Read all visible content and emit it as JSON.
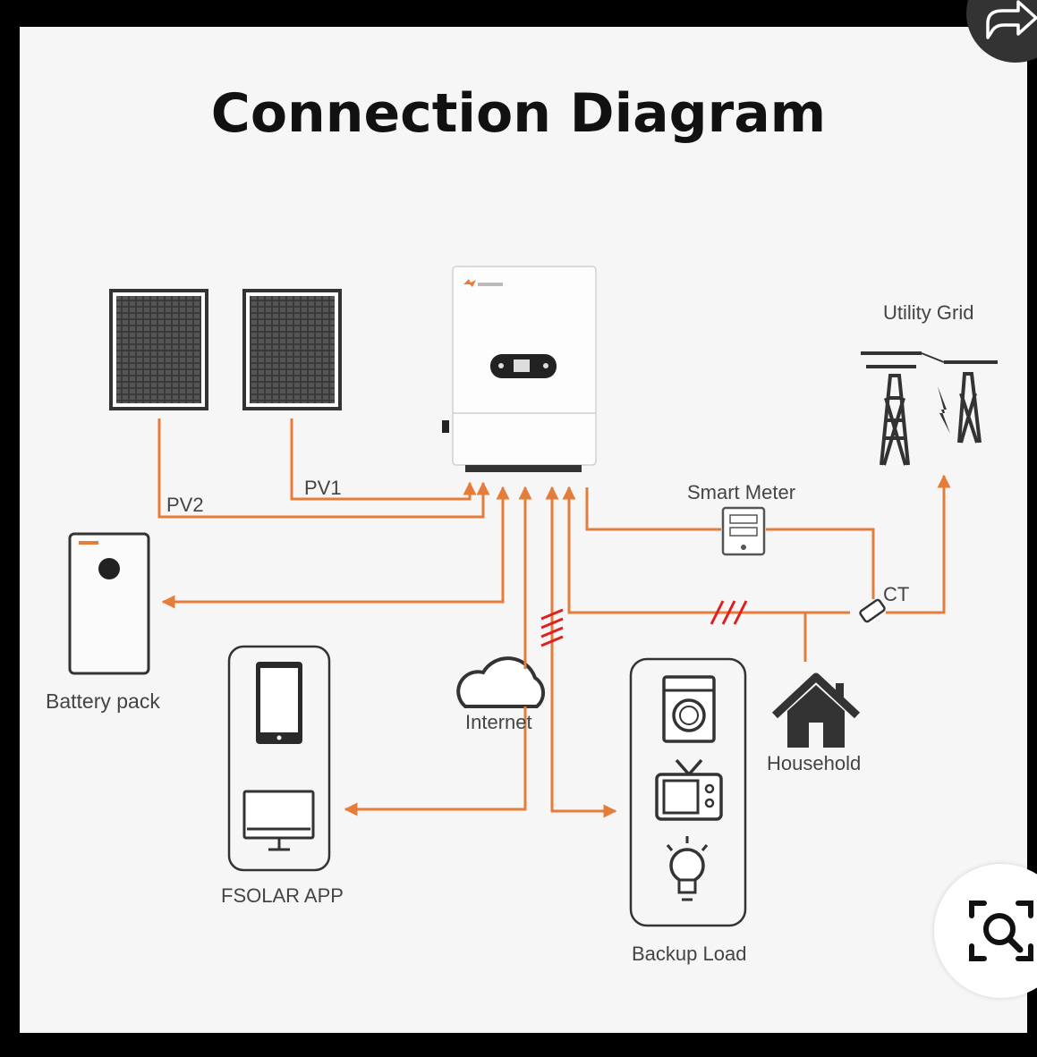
{
  "title": "Connection Diagram",
  "labels": {
    "utility_grid": "Utility Grid",
    "pv1": "PV1",
    "pv2": "PV2",
    "smart_meter": "Smart Meter",
    "ct": "CT",
    "battery_pack": "Battery pack",
    "internet": "Internet",
    "household": "Household",
    "fsolar_app": "FSOLAR APP",
    "backup_load": "Backup Load"
  },
  "colors": {
    "wire": "#e57c3a",
    "ac_mark": "#e02020",
    "device": "#333333",
    "background": "#f6f6f6"
  },
  "icons": {
    "share": "share-icon",
    "visual_search": "visual-search-icon"
  }
}
